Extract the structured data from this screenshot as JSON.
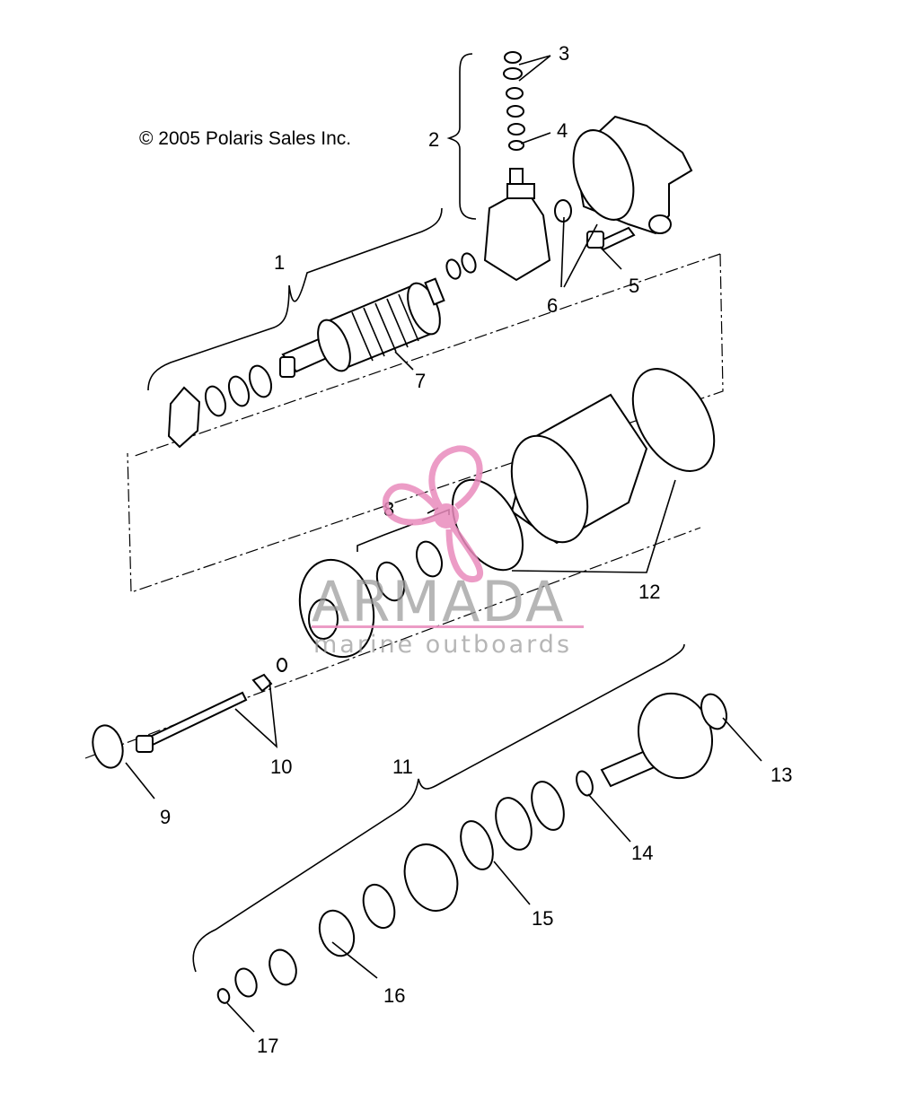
{
  "copyright": "© 2005 Polaris Sales Inc.",
  "watermark": {
    "brand": "ARMADA",
    "tagline": "marine outboards",
    "color": "#e98bbd"
  },
  "callouts": [
    "1",
    "2",
    "3",
    "4",
    "5",
    "6",
    "7",
    "8",
    "9",
    "10",
    "11",
    "12",
    "13",
    "14",
    "15",
    "16",
    "17"
  ]
}
